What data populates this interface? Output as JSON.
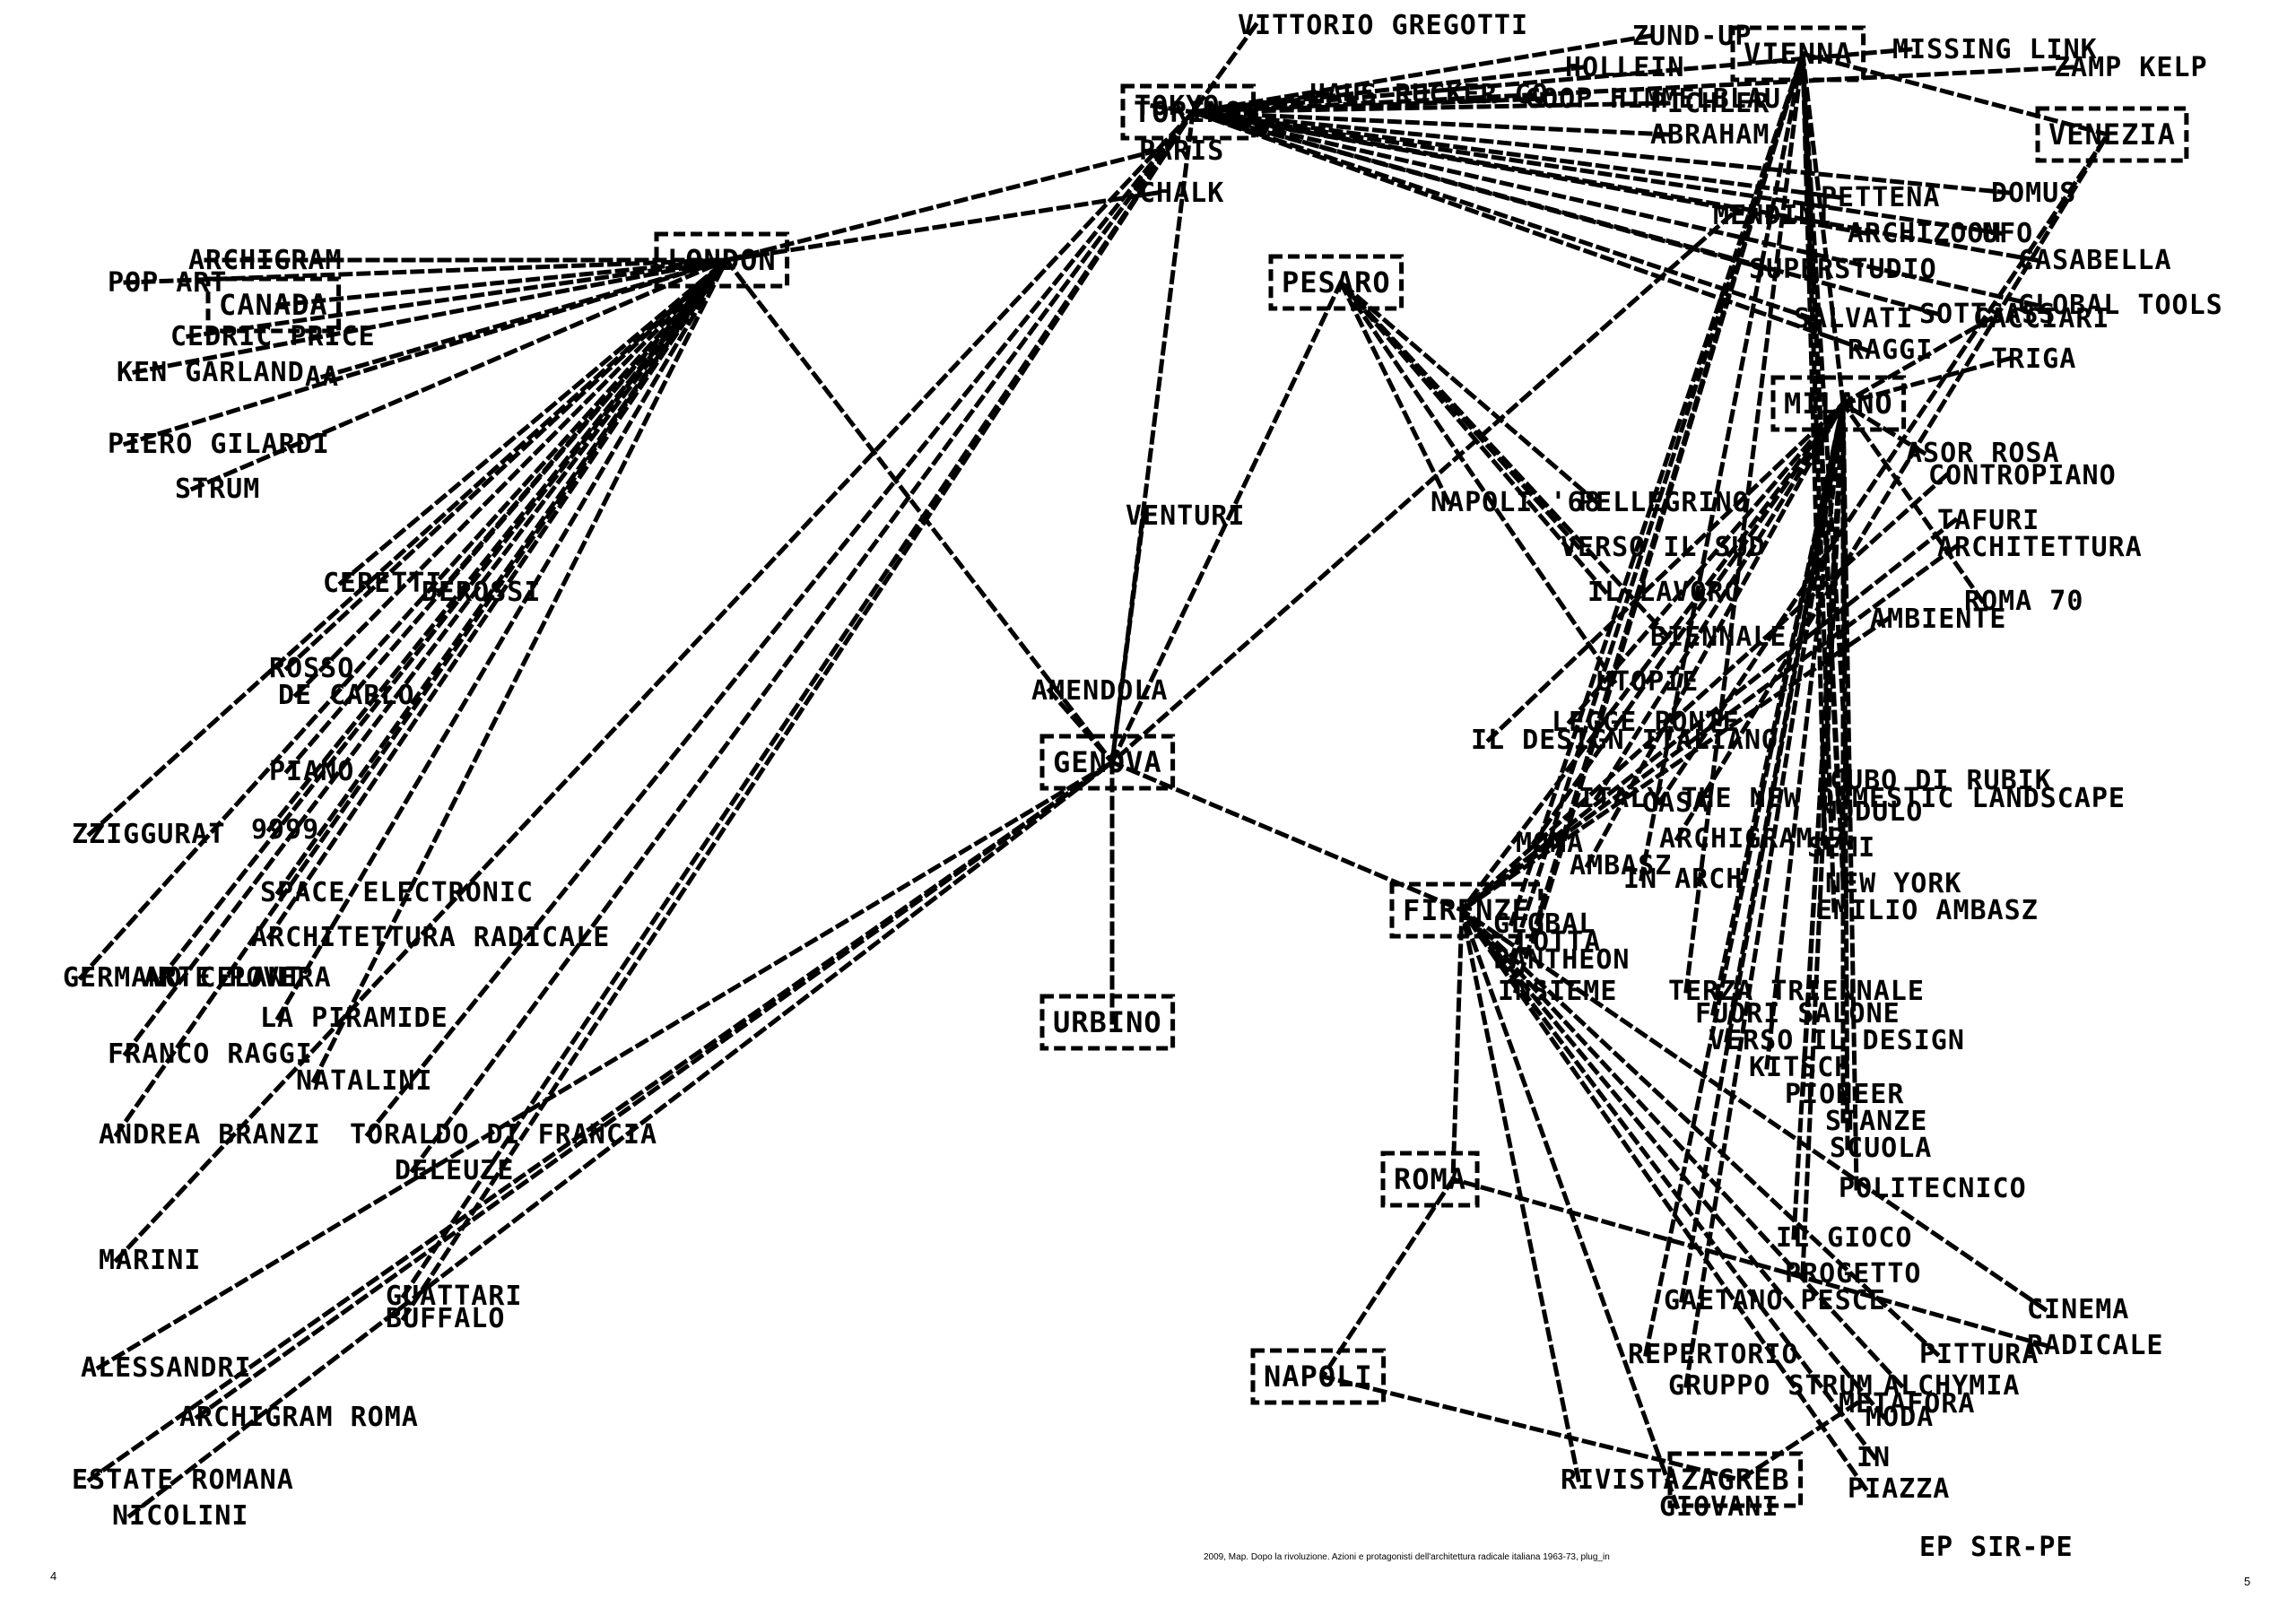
{
  "map": {
    "hubs": [
      {
        "id": "vienna",
        "label": "VIENNA"
      },
      {
        "id": "venezia",
        "label": "VENEZIA"
      },
      {
        "id": "pesaro",
        "label": "PESARO"
      },
      {
        "id": "canada",
        "label": "CANADA"
      },
      {
        "id": "london",
        "label": "LONDON"
      },
      {
        "id": "torino",
        "label": "TORINO"
      },
      {
        "id": "milano",
        "label": "MILANO"
      },
      {
        "id": "genova",
        "label": "GENOVA"
      },
      {
        "id": "firenze",
        "label": "FIRENZE"
      },
      {
        "id": "urbino",
        "label": "URBINO"
      },
      {
        "id": "roma",
        "label": "ROMA"
      },
      {
        "id": "napoli",
        "label": "NAPOLI"
      },
      {
        "id": "zagreb",
        "label": "ZAGREB"
      }
    ],
    "nodes": [
      {
        "id": "n01",
        "label": "VITTORIO GREGOTTI"
      },
      {
        "id": "n02",
        "label": "TOKYO"
      },
      {
        "id": "n03",
        "label": "HAUS RUCKER CO"
      },
      {
        "id": "n04",
        "label": "COOP HIMMELBLAU"
      },
      {
        "id": "n05",
        "label": "ABRAHAM"
      },
      {
        "id": "n06",
        "label": "PICHLER"
      },
      {
        "id": "n07",
        "label": "HOLLEIN"
      },
      {
        "id": "n08",
        "label": "ZUND-UP"
      },
      {
        "id": "n09",
        "label": "MISSING LINK"
      },
      {
        "id": "n10",
        "label": "ZAMP KELP"
      },
      {
        "id": "n11",
        "label": "PETTENA"
      },
      {
        "id": "n12",
        "label": "SUPERSTUDIO"
      },
      {
        "id": "n13",
        "label": "ARCHIZOOM"
      },
      {
        "id": "n14",
        "label": "UFO"
      },
      {
        "id": "n15",
        "label": "SALVATI"
      },
      {
        "id": "n16",
        "label": "RAGGI"
      },
      {
        "id": "n17",
        "label": "SOTTSASS"
      },
      {
        "id": "n18",
        "label": "CASABELLA"
      },
      {
        "id": "n19",
        "label": "GLOBAL TOOLS"
      },
      {
        "id": "n20",
        "label": "DOMUS"
      },
      {
        "id": "n21",
        "label": "MENDINI"
      },
      {
        "id": "n22",
        "label": "POP ART"
      },
      {
        "id": "n23",
        "label": "ARCHIGRAM"
      },
      {
        "id": "n24",
        "label": "CEDRIC PRICE"
      },
      {
        "id": "n25",
        "label": "PARIS"
      },
      {
        "id": "n26",
        "label": "CHALK"
      },
      {
        "id": "n27",
        "label": "KEN GARLAND"
      },
      {
        "id": "n28",
        "label": "AA"
      },
      {
        "id": "n29",
        "label": "PIERO GILARDI"
      },
      {
        "id": "n30",
        "label": "STRUM"
      },
      {
        "id": "n31",
        "label": "CERETTI"
      },
      {
        "id": "n32",
        "label": "DEROSSI"
      },
      {
        "id": "n33",
        "label": "ROSSO"
      },
      {
        "id": "n34",
        "label": "DE CARLO"
      },
      {
        "id": "n35",
        "label": "PIANO"
      },
      {
        "id": "n36",
        "label": "9999"
      },
      {
        "id": "n37",
        "label": "ZZIGGURAT"
      },
      {
        "id": "n38",
        "label": "SPACE ELECTRONIC"
      },
      {
        "id": "n39",
        "label": "ARCHITETTURA RADICALE"
      },
      {
        "id": "n40",
        "label": "ARTE POVERA"
      },
      {
        "id": "n41",
        "label": "GERMANO CELANT"
      },
      {
        "id": "n42",
        "label": "LA PIRAMIDE"
      },
      {
        "id": "n43",
        "label": "FRANCO RAGGI"
      },
      {
        "id": "n44",
        "label": "ANDREA BRANZI"
      },
      {
        "id": "n45",
        "label": "NATALINI"
      },
      {
        "id": "n46",
        "label": "TORALDO DI FRANCIA"
      },
      {
        "id": "n47",
        "label": "DELEUZE"
      },
      {
        "id": "n48",
        "label": "GUATTARI"
      },
      {
        "id": "n49",
        "label": "BUFFALO"
      },
      {
        "id": "n50",
        "label": "MARINI"
      },
      {
        "id": "n51",
        "label": "ALESSANDRI"
      },
      {
        "id": "n52",
        "label": "ARCHIGRAM ROMA"
      },
      {
        "id": "n53",
        "label": "ESTATE ROMANA"
      },
      {
        "id": "n54",
        "label": "NICOLINI"
      },
      {
        "id": "n55",
        "label": "AMENDOLA"
      },
      {
        "id": "n56",
        "label": "VENTURI"
      },
      {
        "id": "n57",
        "label": "NAPOLI '68"
      },
      {
        "id": "n58",
        "label": "PELLEGRINO"
      },
      {
        "id": "n59",
        "label": "VERSO IL SUD"
      },
      {
        "id": "n60",
        "label": "IL LAVORO"
      },
      {
        "id": "n61",
        "label": "BIENNALE"
      },
      {
        "id": "n62",
        "label": "UTOPIE"
      },
      {
        "id": "n63",
        "label": "AMBIENTE"
      },
      {
        "id": "n64",
        "label": "ARCHITETTURA"
      },
      {
        "id": "n65",
        "label": "CONTROPIANO"
      },
      {
        "id": "n66",
        "label": "TAFURI"
      },
      {
        "id": "n67",
        "label": "ASOR ROSA"
      },
      {
        "id": "n68",
        "label": "CACCIARI"
      },
      {
        "id": "n69",
        "label": "TRIGA"
      },
      {
        "id": "n70",
        "label": "ROMA 70"
      },
      {
        "id": "n71",
        "label": "LEGGE PONTE"
      },
      {
        "id": "n72",
        "label": "IL DESIGN ITALIANO"
      },
      {
        "id": "n73",
        "label": "ITALY THE NEW DOMESTIC LANDSCAPE"
      },
      {
        "id": "n74",
        "label": "MOMA"
      },
      {
        "id": "n75",
        "label": "AMBASZ"
      },
      {
        "id": "n76",
        "label": "CASA"
      },
      {
        "id": "n77",
        "label": "ARCHIGRAM 7"
      },
      {
        "id": "n78",
        "label": "IN ARCH"
      },
      {
        "id": "n79",
        "label": "CUBO DI RUBIK"
      },
      {
        "id": "n80",
        "label": "MODULO"
      },
      {
        "id": "n81",
        "label": "SEMI"
      },
      {
        "id": "n82",
        "label": "NEW YORK"
      },
      {
        "id": "n83",
        "label": "EMILIO AMBASZ"
      },
      {
        "id": "n84",
        "label": "GLOBAL"
      },
      {
        "id": "n85",
        "label": "LOTTA"
      },
      {
        "id": "n86",
        "label": "PANTHEON"
      },
      {
        "id": "n87",
        "label": "INSIEME"
      },
      {
        "id": "n88",
        "label": "TERZA TRIENNALE"
      },
      {
        "id": "n89",
        "label": "FUORI SALONE"
      },
      {
        "id": "n90",
        "label": "VERSO IL DESIGN"
      },
      {
        "id": "n91",
        "label": "KITSCH"
      },
      {
        "id": "n92",
        "label": "PIONEER"
      },
      {
        "id": "n93",
        "label": "STANZE"
      },
      {
        "id": "n94",
        "label": "SCUOLA"
      },
      {
        "id": "n95",
        "label": "POLITECNICO"
      },
      {
        "id": "n96",
        "label": "IL GIOCO"
      },
      {
        "id": "n97",
        "label": "PROGETTO"
      },
      {
        "id": "n98",
        "label": "GAETANO PESCE"
      },
      {
        "id": "n99",
        "label": "REPERTORIO"
      },
      {
        "id": "n100",
        "label": "GRUPPO STRUM"
      },
      {
        "id": "n101",
        "label": "RIVISTA"
      },
      {
        "id": "n102",
        "label": "GIOVANI"
      },
      {
        "id": "n103",
        "label": "IN"
      },
      {
        "id": "n104",
        "label": "PIAZZA"
      },
      {
        "id": "n105",
        "label": "MODA"
      },
      {
        "id": "n106",
        "label": "ALCHYMIA"
      },
      {
        "id": "n107",
        "label": "PITTURA"
      },
      {
        "id": "n108",
        "label": "CINEMA"
      },
      {
        "id": "n109",
        "label": "RADICALE"
      },
      {
        "id": "n110",
        "label": "METAFORA"
      }
    ],
    "signature": "EP SIR-PE"
  },
  "footer": {
    "caption": "2009, Map. Dopo la rivoluzione. Azioni e protagonisti dell'architettura radicale italiana 1963-73, plug_in",
    "page_left": "4",
    "page_right": "5"
  }
}
